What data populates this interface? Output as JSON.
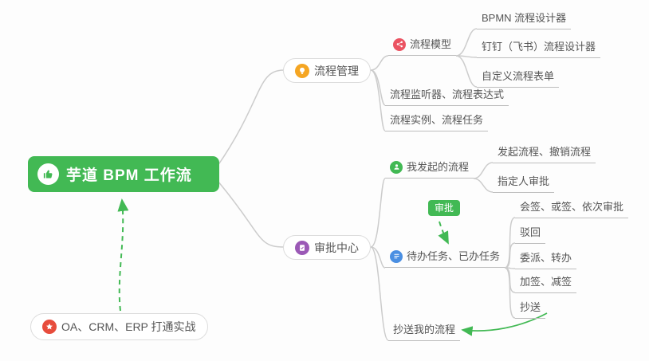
{
  "root": {
    "label": "芋道 BPM 工作流"
  },
  "boxes": {
    "process_mgmt": {
      "label": "流程管理"
    },
    "approval_center": {
      "label": "审批中心"
    },
    "practice": {
      "label": "OA、CRM、ERP 打通实战"
    }
  },
  "leaves": {
    "process_model": {
      "label": "流程模型"
    },
    "bpmn_designer": {
      "label": "BPMN 流程设计器"
    },
    "dingtalk_designer": {
      "label": "钉钉（飞书）流程设计器"
    },
    "custom_form": {
      "label": "自定义流程表单"
    },
    "listener_expression": {
      "label": "流程监听器、流程表达式"
    },
    "instance_task": {
      "label": "流程实例、流程任务"
    },
    "my_initiated": {
      "label": "我发起的流程"
    },
    "initiate_cancel": {
      "label": "发起流程、撤销流程"
    },
    "assigned_approval": {
      "label": "指定人审批"
    },
    "todo_done": {
      "label": "待办任务、已办任务"
    },
    "countersign": {
      "label": "会签、或签、依次审批"
    },
    "reject": {
      "label": "驳回"
    },
    "delegate_transfer": {
      "label": "委派、转办"
    },
    "add_reduce_sign": {
      "label": "加签、减签"
    },
    "cc": {
      "label": "抄送"
    },
    "cc_my_process": {
      "label": "抄送我的流程"
    }
  },
  "badge": {
    "label": "审批"
  },
  "icons": {
    "root": "thumbs-up",
    "process_mgmt": "lightbulb",
    "process_model": "share-nodes",
    "approval_center": "clipboard-check",
    "my_initiated": "user",
    "todo_done": "task-list",
    "practice": "star"
  },
  "colors": {
    "root_green": "#42b954",
    "icon_orange": "#f5a623",
    "icon_red": "#eb5362",
    "icon_green": "#42b954",
    "icon_blue": "#4a8fe2",
    "icon_purple": "#9b59b6",
    "icon_star_red": "#e74c3c",
    "connector_gray": "#cccccc",
    "arrow_green": "#42b954",
    "underline_gray": "#bdbdbd"
  }
}
